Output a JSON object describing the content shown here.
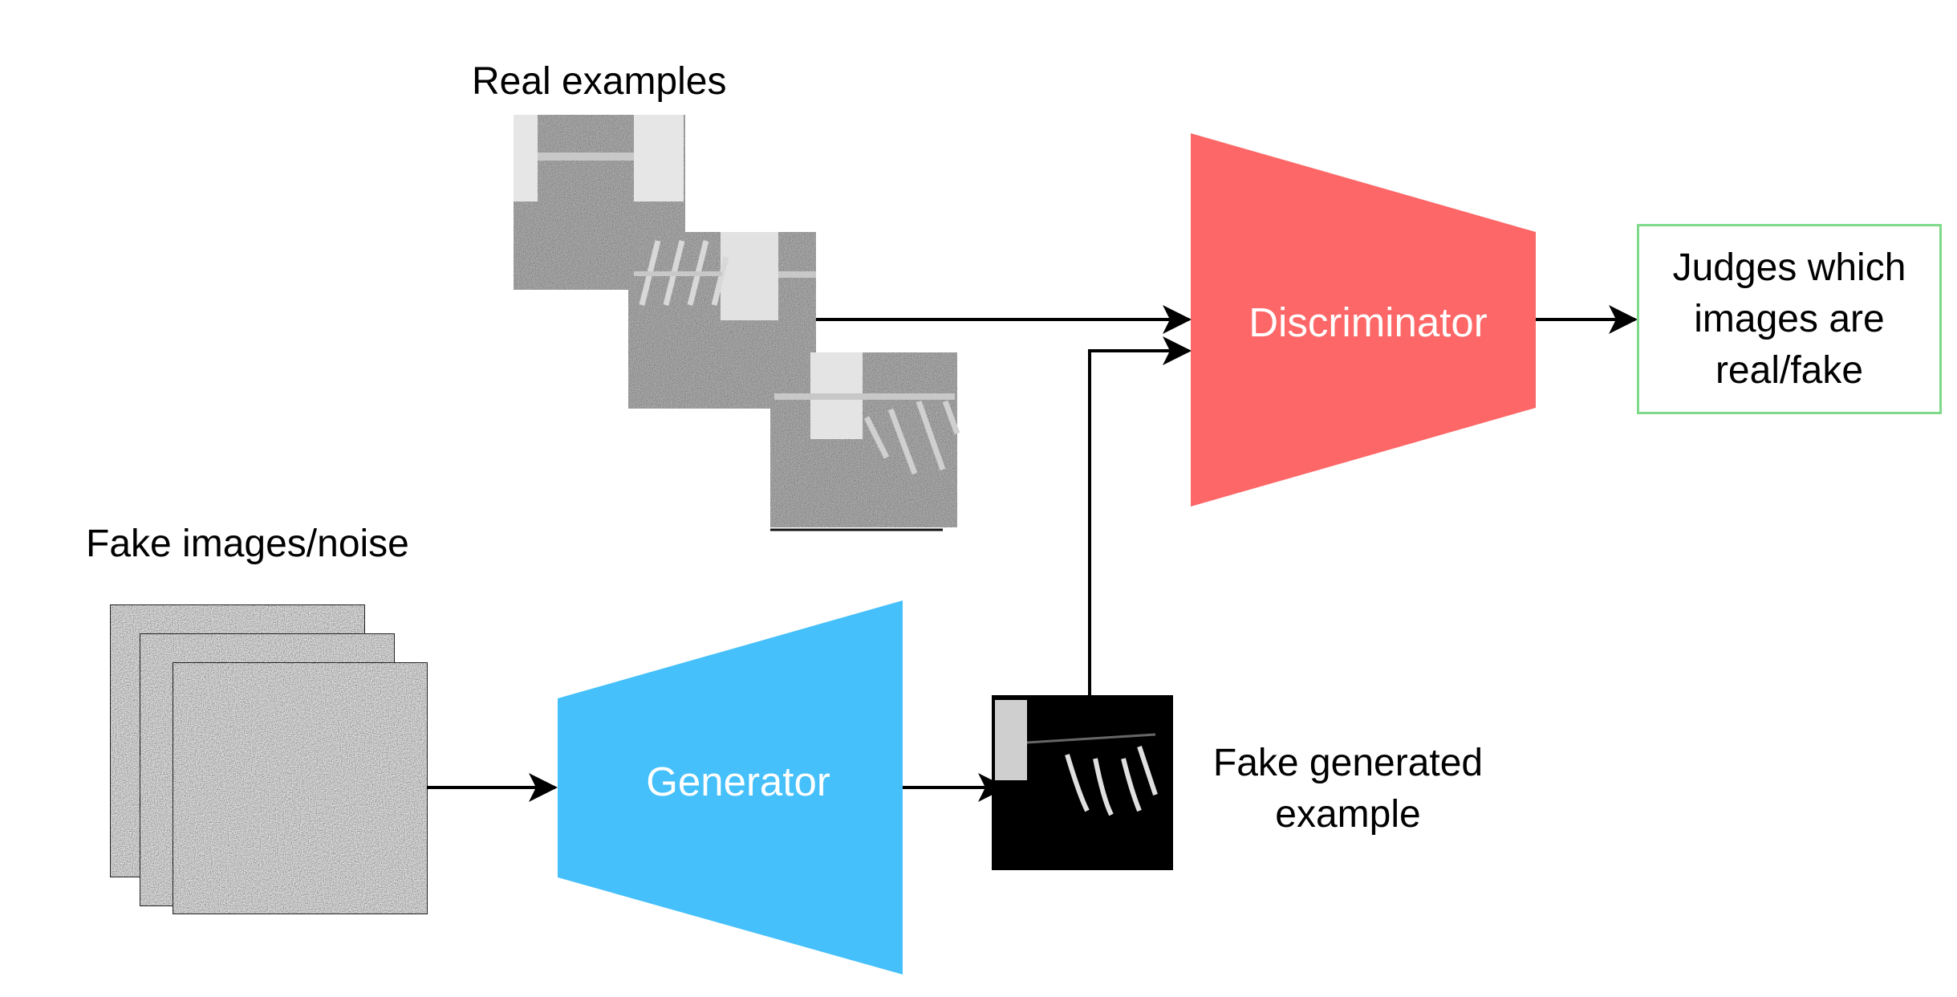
{
  "labels": {
    "real_examples": "Real examples",
    "fake_noise": "Fake images/noise",
    "generator": "Generator",
    "discriminator": "Discriminator",
    "fake_generated_line1": "Fake generated",
    "fake_generated_line2": "example",
    "output_line1": "Judges which",
    "output_line2": "images are",
    "output_line3": "real/fake"
  },
  "colors": {
    "generator": "#45c0fb",
    "discriminator": "#fe6767",
    "output_border": "#7fd98a",
    "arrow": "#000000"
  }
}
